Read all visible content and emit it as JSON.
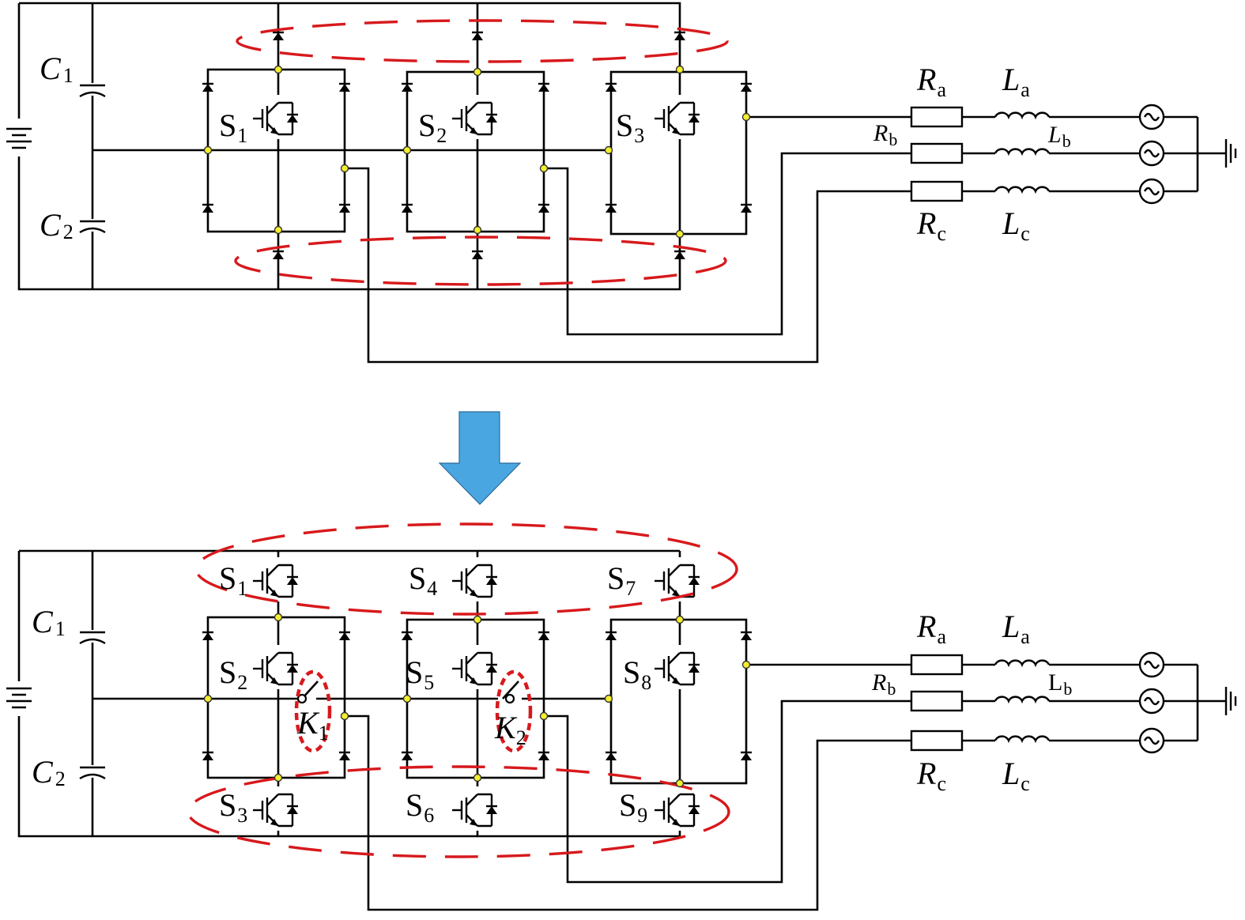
{
  "top_circuit": {
    "cap_upper": {
      "sym": "C",
      "sub": "1"
    },
    "cap_lower": {
      "sym": "C",
      "sub": "2"
    },
    "switches": [
      {
        "sym": "S",
        "sub": "1"
      },
      {
        "sym": "S",
        "sub": "2"
      },
      {
        "sym": "S",
        "sub": "3"
      }
    ],
    "resistors": [
      {
        "sym": "R",
        "sub": "a"
      },
      {
        "sym": "R",
        "sub": "b"
      },
      {
        "sym": "R",
        "sub": "c"
      }
    ],
    "inductors": [
      {
        "sym": "L",
        "sub": "a"
      },
      {
        "sym": "L",
        "sub": "b"
      },
      {
        "sym": "L",
        "sub": "c"
      }
    ]
  },
  "arrow": {
    "color": "#4aa6e0"
  },
  "bottom_circuit": {
    "cap_upper": {
      "sym": "C",
      "sub": "1"
    },
    "cap_lower": {
      "sym": "C",
      "sub": "2"
    },
    "switches": [
      {
        "sym": "S",
        "sub": "1"
      },
      {
        "sym": "S",
        "sub": "2"
      },
      {
        "sym": "S",
        "sub": "3"
      },
      {
        "sym": "S",
        "sub": "4"
      },
      {
        "sym": "S",
        "sub": "5"
      },
      {
        "sym": "S",
        "sub": "6"
      },
      {
        "sym": "S",
        "sub": "7"
      },
      {
        "sym": "S",
        "sub": "8"
      },
      {
        "sym": "S",
        "sub": "9"
      }
    ],
    "contactors": [
      {
        "sym": "K",
        "sub": "1"
      },
      {
        "sym": "K",
        "sub": "2"
      }
    ],
    "resistors": [
      {
        "sym": "R",
        "sub": "a"
      },
      {
        "sym": "R",
        "sub": "b"
      },
      {
        "sym": "R",
        "sub": "c"
      }
    ],
    "inductors": [
      {
        "sym": "L",
        "sub": "a"
      },
      {
        "sym": "L",
        "sub": "b"
      },
      {
        "sym": "L",
        "sub": "c"
      }
    ]
  },
  "colors": {
    "wire": "#000000",
    "highlight": "#d7191c",
    "node": "#f3ef2c",
    "arrow": "#4aa6e0"
  }
}
